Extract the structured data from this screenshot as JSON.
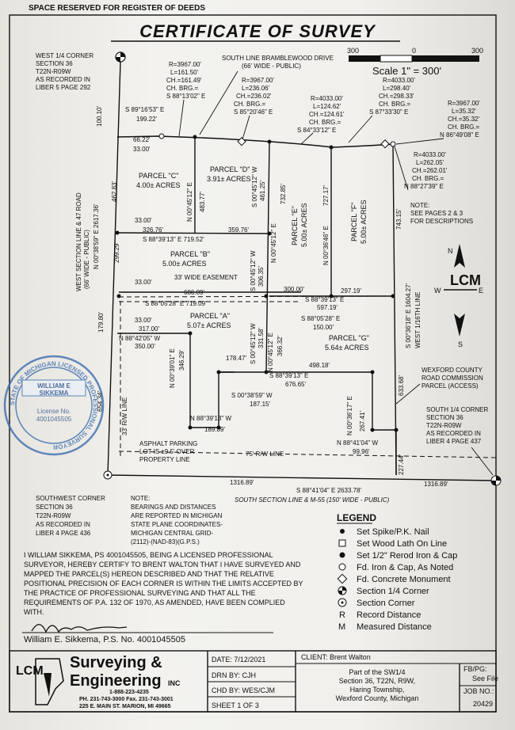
{
  "header": {
    "reserved": "SPACE RESERVED FOR REGISTER OF DEEDS",
    "title": "CERTIFICATE OF SURVEY"
  },
  "scale": {
    "left": "300",
    "mid": "0",
    "right": "300",
    "label": "Scale 1\" = 300'"
  },
  "corners": {
    "nw": [
      "WEST 1/4 CORNER",
      "SECTION 36",
      "T22N-R09W",
      "AS RECORDED IN",
      "LIBER 5 PAGE 292"
    ],
    "sw": [
      "SOUTHWEST CORNER",
      "SECTION 36",
      "T22N-R09W",
      "AS RECORDED IN",
      "LIBER 4 PAGE 436"
    ],
    "s": [
      "SOUTH 1/4 CORNER",
      "SECTION 36",
      "T22N-R09W",
      "AS RECORDED IN",
      "LIBER 4 PAGE 437"
    ]
  },
  "roads": {
    "north": [
      "SOUTH LINE BRAMBLEWOOD DRIVE",
      "(66' WIDE - PUBLIC)"
    ],
    "west": [
      "WEST SECTION LINE & 47 ROAD",
      "(66' WIDE - PUBLIC)",
      "N 00°38'59\" E 2617.36'"
    ],
    "south": "SOUTH SECTION LINE & M-55 (150' WIDE - PUBLIC)",
    "south_bearing": "S 88°41'04\" E 2633.78'",
    "west_quarter": "WEST 1/16TH LINE",
    "row": "75' R/W LINE",
    "row_west": "33' R/W LINE",
    "easement": "33' WIDE EASEMENT"
  },
  "curves": {
    "c1": [
      "R=3967.00'",
      "L=161.50'",
      "CH.=161.49'",
      "CH. BRG.=",
      "S 88°13'02\" E"
    ],
    "c2": [
      "R=3967.00'",
      "L=236.06'",
      "CH.=236.02'",
      "CH. BRG.=",
      "S 85°20'46\" E"
    ],
    "c3": [
      "R=4033.00'",
      "L=124.62'",
      "CH.=124.61'",
      "CH. BRG.=",
      "S 84°33'12\" E"
    ],
    "c4": [
      "R=4033.00'",
      "L=298.40'",
      "CH.=298.33'",
      "CH. BRG.=",
      "S 87°33'30\" E"
    ],
    "c5": [
      "R=3967.00'",
      "L=35.32'",
      "CH.=35.32'",
      "CH. BRG.=",
      "N 86°49'08\" E"
    ],
    "c6": [
      "R=4033.00'",
      "L=262.05'",
      "CH.=262.01'",
      "CH. BRG.=",
      "N 88°27'39\" E"
    ]
  },
  "parcels": {
    "a": [
      "PARCEL \"A\"",
      "5.07± ACRES"
    ],
    "b": [
      "PARCEL \"B\"",
      "5.00± ACRES"
    ],
    "c": [
      "PARCEL \"C\"",
      "4.00± ACRES"
    ],
    "d": [
      "PARCEL \"D\"",
      "3.91± ACRES"
    ],
    "e": [
      "PARCEL \"E\"",
      "5.00± ACRES"
    ],
    "f": [
      "PARCEL \"F\"",
      "5.00± ACRES"
    ],
    "g": [
      "PARCEL \"G\"",
      "5.64± ACRES"
    ]
  },
  "dims": {
    "d100": "100.10'",
    "s89": "S 89°16'53\" E",
    "d199": "199.22'",
    "d66": "66.22'",
    "d33a": "33.00'",
    "d462": "462.83'",
    "d33b": "33.00'",
    "d326": "326.76'",
    "d359": "359.76'",
    "s88_719": "S 88°39'13\" E  719.52'",
    "d299": "299.29'",
    "d33c": "33.00'",
    "d686": "686.09'",
    "s88_0528": "S 88°05'28\" E  719.09'",
    "d300": "300.00'",
    "d297": "297.19'",
    "s88_597": "S 88°39'13\" E",
    "d597": "597.19'",
    "s88_150": "S 88°05'28\" E",
    "d150": "150.00'",
    "d179": "179.80'",
    "d33d": "33.00'",
    "d317": "317.00'",
    "n88_42": "N 88°42'05\" W",
    "d350": "350.00'",
    "n0039": "N 00°39'01\" E",
    "d346": "346.29'",
    "d178": "178.47'",
    "d498": "498.18'",
    "s88_676": "S 88°39'13\" E",
    "d676": "676.65'",
    "s0038": "S 00°38'59\" W",
    "d187": "187.15'",
    "n88_39": "N 88°39'13\" W",
    "d189": "189.89'",
    "d654": "654.34'",
    "n0036": "N 00°36'17\" E",
    "d267": "267.41'",
    "n88_41": "N 88°41'04\" W",
    "d99": "99.96'",
    "d227": "227.44'",
    "d633": "633.68'",
    "d743": "743.15'",
    "s0036_1604": "S 00°36'18\" E  1604.27'",
    "d1316a": "1316.89'",
    "d1316b": "1316.89'",
    "n0045_483": "N 00°45'12\" E",
    "d483": "483.77'",
    "s0045_461": "S 00°45'12\" W",
    "d461": "461.25'",
    "n0045_732": "N 00°45'12\" E",
    "d732": "732.85'",
    "s0045_306": "S 00°45'12\" W",
    "d306": "306.35'",
    "s0045_331": "S 00°45'12\" W",
    "d331": "331.58'",
    "n0045_366": "N 00°45'12\" E",
    "d366": "366.32'",
    "n0036_727": "N 00°36'46\" E",
    "d727": "727.17'"
  },
  "notes": {
    "pages": [
      "NOTE:",
      "SEE PAGES 2 & 3",
      "FOR DESCRIPTIONS"
    ],
    "bearings": [
      "NOTE:",
      "BEARINGS AND DISTANCES",
      "ARE REPORTED IN MICHIGAN",
      "STATE PLANE COORDINATES-",
      "MICHIGAN CENTRAL GRID-",
      "(2112)-(NAD-83)(G.P.S.)"
    ],
    "parking": [
      "ASPHALT PARKING",
      "LOT IS ±9.5' OVER",
      "PROPERTY LINE"
    ],
    "wexford": [
      "WEXFORD COUNTY",
      "ROAD COMMISSION",
      "PARCEL (ACCESS)"
    ]
  },
  "compass": {
    "n": "N",
    "s": "S",
    "e": "E",
    "w": "W",
    "logo": "LCM"
  },
  "seal": {
    "ring": "STATE OF MICHIGAN  LICENSED PROFESSIONAL SURVEYOR",
    "name": [
      "WILLIAM E",
      "SIKKEMA"
    ],
    "license": [
      "License No.",
      "4001045505"
    ]
  },
  "legend": {
    "title": "LEGEND",
    "items": [
      {
        "icon": "spike-pk-nail",
        "label": "Set Spike/P.K. Nail"
      },
      {
        "icon": "wood-lath",
        "label": "Set Wood Lath On Line"
      },
      {
        "icon": "reroad-iron-cap",
        "label": "Set 1/2\" Rerod Iron & Cap"
      },
      {
        "icon": "found-iron-cap",
        "label": "Fd. Iron & Cap, As Noted"
      },
      {
        "icon": "concrete-monument",
        "label": "Fd. Concrete Monument"
      },
      {
        "icon": "section-quarter-corner",
        "label": "Section 1/4 Corner"
      },
      {
        "icon": "section-corner",
        "label": "Section Corner"
      },
      {
        "icon": "R",
        "label": "Record Distance"
      },
      {
        "icon": "M",
        "label": "Measured Distance"
      }
    ]
  },
  "certification": [
    "I WILLIAM SIKKEMA, PS 4001045505, BEING A LICENSED PROFESSIONAL",
    "SURVEYOR, HEREBY CERTIFY TO BRENT WALTON THAT I HAVE SURVEYED AND",
    "MAPPED THE PARCEL(S) HEREON DESCRIBED AND THAT THE RELATIVE",
    "POSITIONAL PRECISION OF EACH CORNER IS WITHIN THE LIMITS ACCEPTED BY",
    "THE PRACTICE OF PROFESSIONAL SURVEYING AND THAT ALL THE",
    "REQUIREMENTS OF P.A. 132 OF 1970, AS AMENDED, HAVE BEEN COMPLIED",
    "WITH."
  ],
  "signature_line": "William E. Sikkema, P.S. No. 4001045505",
  "title_block": {
    "company1": "Surveying &",
    "company2": "Engineering",
    "inc": "INC",
    "phone1": "1-888-223-4235",
    "phone2": "PH. 231-743-3000  Fax. 231-743-3001",
    "address": "225 E. MAIN ST. MARION, MI 49665",
    "date": "DATE: 7/12/2021",
    "drn": "DRN BY: CJH",
    "chd": "CHD BY: WES/CJM",
    "sheet": "SHEET 1 OF 3",
    "client": "CLIENT: Brent Walton",
    "desc": [
      "Part of the SW1/4",
      "Section 36, T22N, R9W,",
      "Haring Township,",
      "Wexford County, Michigan"
    ],
    "fbpg": "FB/PG:",
    "seefile": "See File",
    "jobno": "JOB NO.:",
    "job": "20429"
  }
}
